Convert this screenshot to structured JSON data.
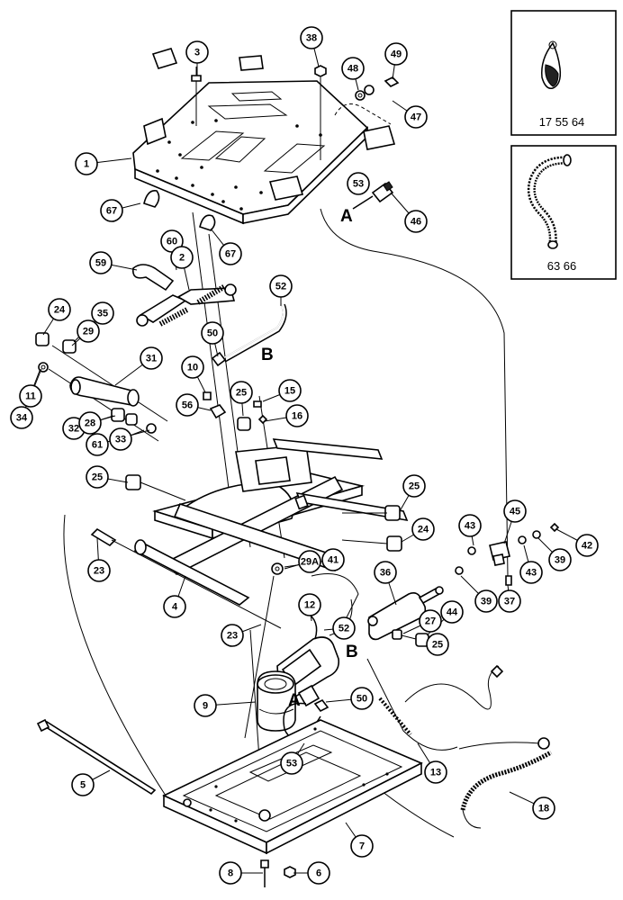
{
  "markers": {
    "a": "A",
    "b": "B"
  },
  "insets": [
    {
      "name": "strap-inset",
      "numbers": "17 55 64"
    },
    {
      "name": "hose-inset",
      "numbers": "63 66"
    }
  ],
  "callouts": [
    {
      "id": "c1",
      "label": "1"
    },
    {
      "id": "c3",
      "label": "3"
    },
    {
      "id": "c38",
      "label": "38"
    },
    {
      "id": "c48",
      "label": "48"
    },
    {
      "id": "c49",
      "label": "49"
    },
    {
      "id": "c47",
      "label": "47"
    },
    {
      "id": "c53a",
      "label": "53"
    },
    {
      "id": "c46",
      "label": "46"
    },
    {
      "id": "c67a",
      "label": "67"
    },
    {
      "id": "c67b",
      "label": "67"
    },
    {
      "id": "c60",
      "label": "60"
    },
    {
      "id": "c2",
      "label": "2"
    },
    {
      "id": "c59",
      "label": "59"
    },
    {
      "id": "c52a",
      "label": "52"
    },
    {
      "id": "c24a",
      "label": "24"
    },
    {
      "id": "c35",
      "label": "35"
    },
    {
      "id": "c29a",
      "label": "29"
    },
    {
      "id": "c50a",
      "label": "50"
    },
    {
      "id": "c31",
      "label": "31"
    },
    {
      "id": "c10",
      "label": "10"
    },
    {
      "id": "c15",
      "label": "15"
    },
    {
      "id": "c25a",
      "label": "25"
    },
    {
      "id": "c56",
      "label": "56"
    },
    {
      "id": "c16",
      "label": "16"
    },
    {
      "id": "c11",
      "label": "11"
    },
    {
      "id": "c34",
      "label": "34"
    },
    {
      "id": "c32",
      "label": "32"
    },
    {
      "id": "c28",
      "label": "28"
    },
    {
      "id": "c33",
      "label": "33"
    },
    {
      "id": "c61",
      "label": "61"
    },
    {
      "id": "c25b",
      "label": "25"
    },
    {
      "id": "c25c",
      "label": "25"
    },
    {
      "id": "c24b",
      "label": "24"
    },
    {
      "id": "c45",
      "label": "45"
    },
    {
      "id": "c43a",
      "label": "43"
    },
    {
      "id": "c23a",
      "label": "23"
    },
    {
      "id": "c29b",
      "label": "29A"
    },
    {
      "id": "c41",
      "label": "41"
    },
    {
      "id": "c36",
      "label": "36"
    },
    {
      "id": "c43b",
      "label": "43"
    },
    {
      "id": "c39a",
      "label": "39"
    },
    {
      "id": "c42",
      "label": "42"
    },
    {
      "id": "c39b",
      "label": "39"
    },
    {
      "id": "c37",
      "label": "37"
    },
    {
      "id": "c4",
      "label": "4"
    },
    {
      "id": "c12",
      "label": "12"
    },
    {
      "id": "c27",
      "label": "27"
    },
    {
      "id": "c44",
      "label": "44"
    },
    {
      "id": "c52b",
      "label": "52"
    },
    {
      "id": "c25d",
      "label": "25"
    },
    {
      "id": "c23b",
      "label": "23"
    },
    {
      "id": "c9",
      "label": "9"
    },
    {
      "id": "c50b",
      "label": "50"
    },
    {
      "id": "c5",
      "label": "5"
    },
    {
      "id": "c53b",
      "label": "53"
    },
    {
      "id": "c13",
      "label": "13"
    },
    {
      "id": "c18",
      "label": "18"
    },
    {
      "id": "c7",
      "label": "7"
    },
    {
      "id": "c8",
      "label": "8"
    },
    {
      "id": "c6",
      "label": "6"
    }
  ]
}
